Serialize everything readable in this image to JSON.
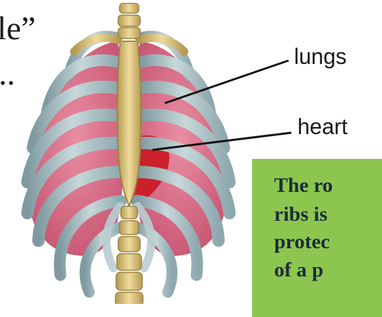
{
  "text": {
    "fragment_top": "le”",
    "fragment_dots": "..",
    "label_lungs": "lungs",
    "label_heart": "heart",
    "callout_lines": [
      "The ro",
      "ribs is",
      "protec",
      "of a p"
    ]
  },
  "colors": {
    "callout_bg": "#8cc64f",
    "callout_text": "#1c2b3a",
    "lung": "#d36a84",
    "rib": "#a9c0c4",
    "spine": "#d8c37a",
    "heart": "#c9161f"
  }
}
